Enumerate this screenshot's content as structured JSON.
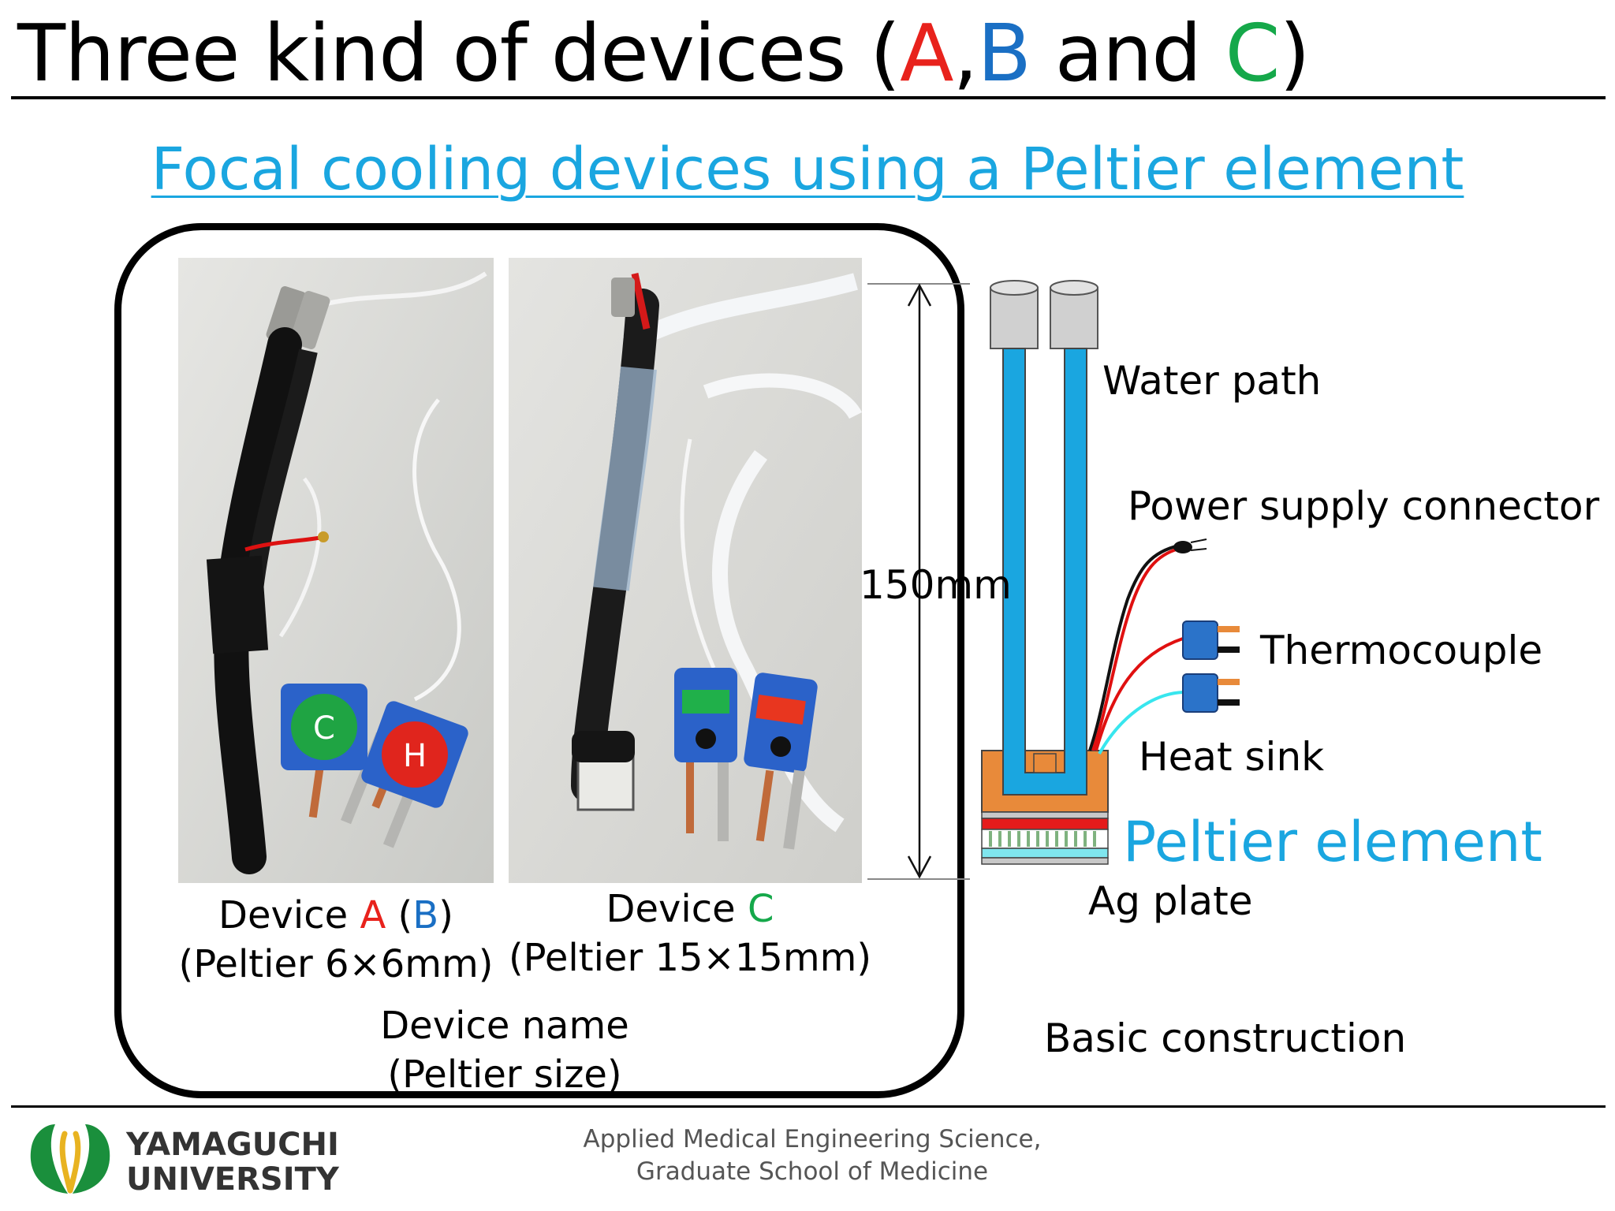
{
  "title": {
    "prefix": "Three kind of devices (",
    "a": "A",
    "comma": ",",
    "b": "B",
    "and": " and ",
    "c": "C",
    "suffix": ")"
  },
  "subtitle": "Focal cooling devices using a Peltier element",
  "photos": {
    "device_a": {
      "name_prefix": "Device ",
      "name_letter": "A",
      "paren_open": " (",
      "alt_letter": "B",
      "paren_close": ")",
      "size": "(Peltier 6×6mm)",
      "connector_labels": [
        "C",
        "H"
      ]
    },
    "device_c": {
      "name_prefix": "Device ",
      "name_letter": "C",
      "size": "(Peltier 15×15mm)"
    },
    "legend": {
      "line1": "Device name",
      "line2": "(Peltier size)"
    }
  },
  "diagram": {
    "length": "150mm",
    "water_path": "Water path",
    "power_supply": "Power supply connector",
    "thermocouple": "Thermocouple",
    "heat_sink": "Heat sink",
    "peltier": "Peltier element",
    "ag_plate": "Ag plate",
    "caption": "Basic construction"
  },
  "footer": {
    "university_line1": "YAMAGUCHI",
    "university_line2": "UNIVERSITY",
    "department_line1": "Applied Medical Engineering Science,",
    "department_line2": "Graduate School of Medicine"
  },
  "colors": {
    "subtitle": "#1aa6e0",
    "letter_a": "#e8221c",
    "letter_b": "#1a6fc4",
    "letter_c": "#15a84a",
    "water": "#1aa6e0",
    "heat_sink": "#e88a3a"
  }
}
